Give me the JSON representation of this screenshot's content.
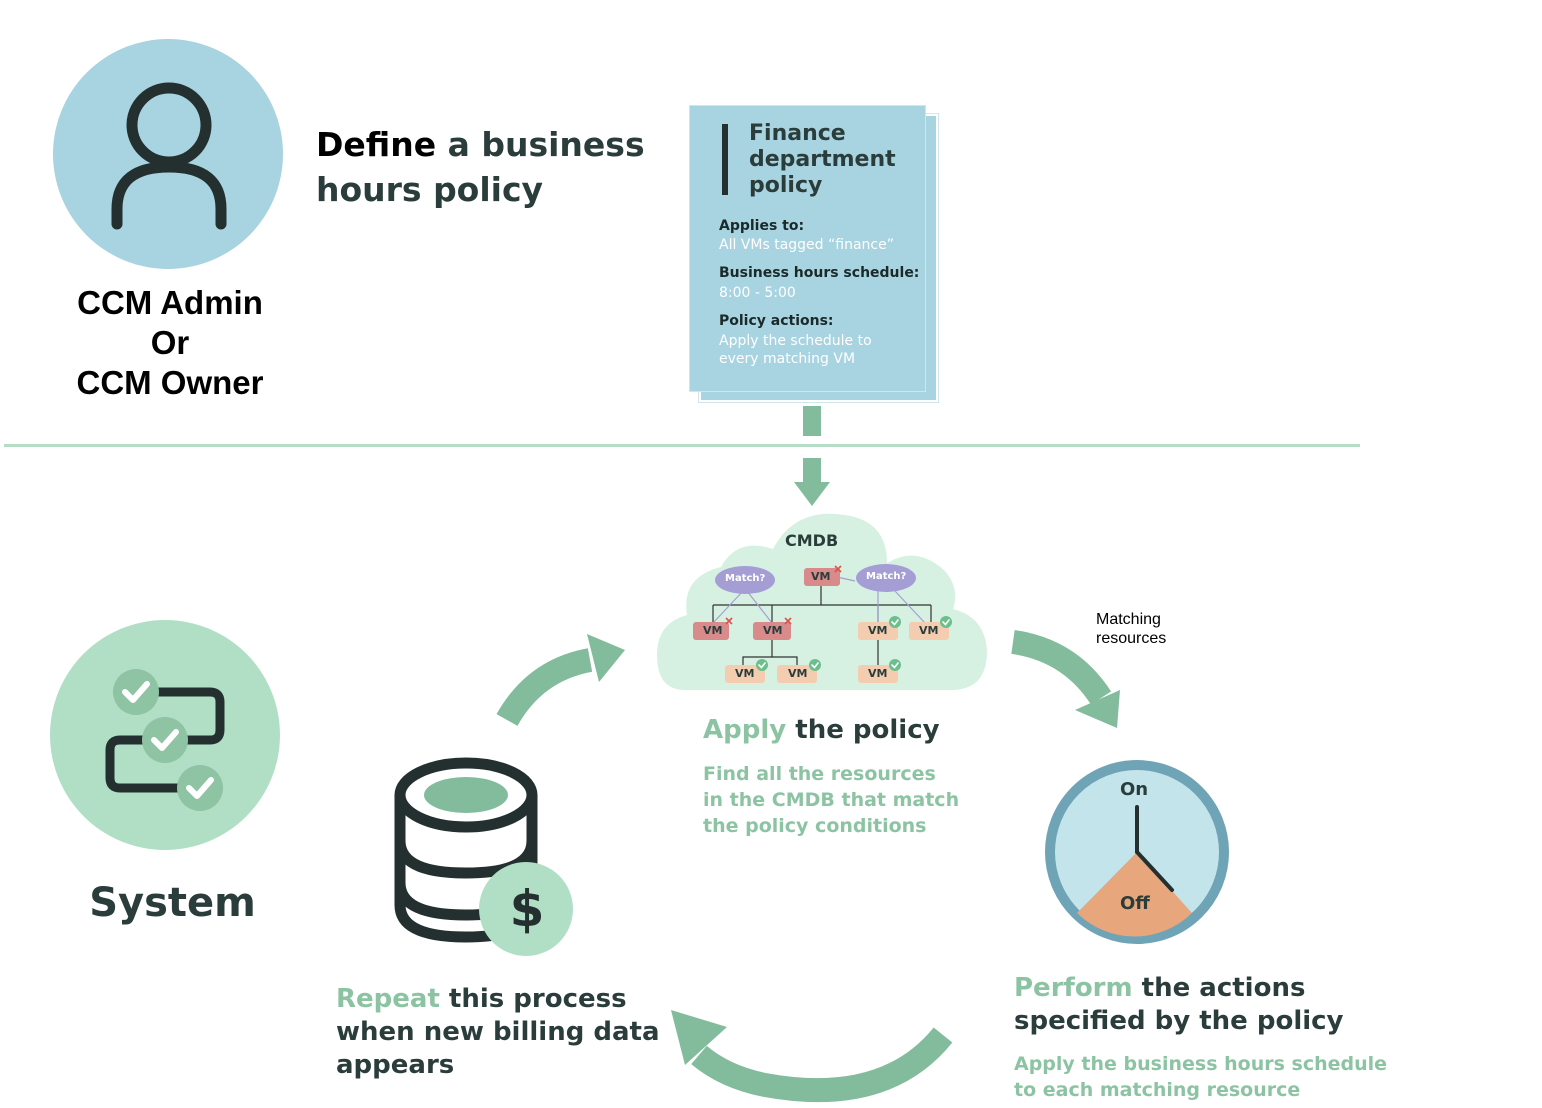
{
  "actor": {
    "line1": "CCM Admin",
    "line2": "Or",
    "line3": "CCM Owner",
    "icon": "person-icon"
  },
  "define": {
    "title_highlight": "Define",
    "title_rest_1": " a business",
    "title_rest_2": "hours policy"
  },
  "policy_card": {
    "title": "Finance department policy",
    "applies_label": "Applies to:",
    "applies_value": "All VMs tagged “finance”",
    "schedule_label": "Business hours schedule:",
    "schedule_value": "8:00 - 5:00",
    "actions_label": "Policy actions:",
    "actions_value_1": "Apply the schedule to",
    "actions_value_2": "every matching VM"
  },
  "system": {
    "label": "System",
    "icon": "checklist-icon"
  },
  "cmdb": {
    "label": "CMDB",
    "match_label": "Match?",
    "vm_label": "VM"
  },
  "apply": {
    "title_highlight": "Apply",
    "title_rest": " the policy",
    "desc_1": "Find all the resources",
    "desc_2": "in the CMDB that match",
    "desc_3": "the policy conditions"
  },
  "matching": {
    "line1": "Matching",
    "line2": "resources"
  },
  "clock": {
    "on_label": "On",
    "off_label": "Off"
  },
  "perform": {
    "title_highlight": "Perform",
    "title_rest_1": " the actions",
    "title_rest_2": "specified by the policy",
    "desc_1": "Apply the business hours schedule",
    "desc_2": "to each matching resource"
  },
  "repeat": {
    "title_highlight": "Repeat",
    "title_rest_1": " this process",
    "title_rest_2": "when new billing data",
    "title_rest_3": "appears",
    "dollar": "$"
  },
  "colors": {
    "green_light": "#b1dfc6",
    "green_arrow": "#82bc9c",
    "blue_light": "#a8d3e0",
    "text_dark": "#2a3d3b",
    "orange": "#e8a67c",
    "vm_red": "#d98a8a",
    "vm_orange": "#f4cdb0",
    "match_purple": "#a59ed4"
  }
}
